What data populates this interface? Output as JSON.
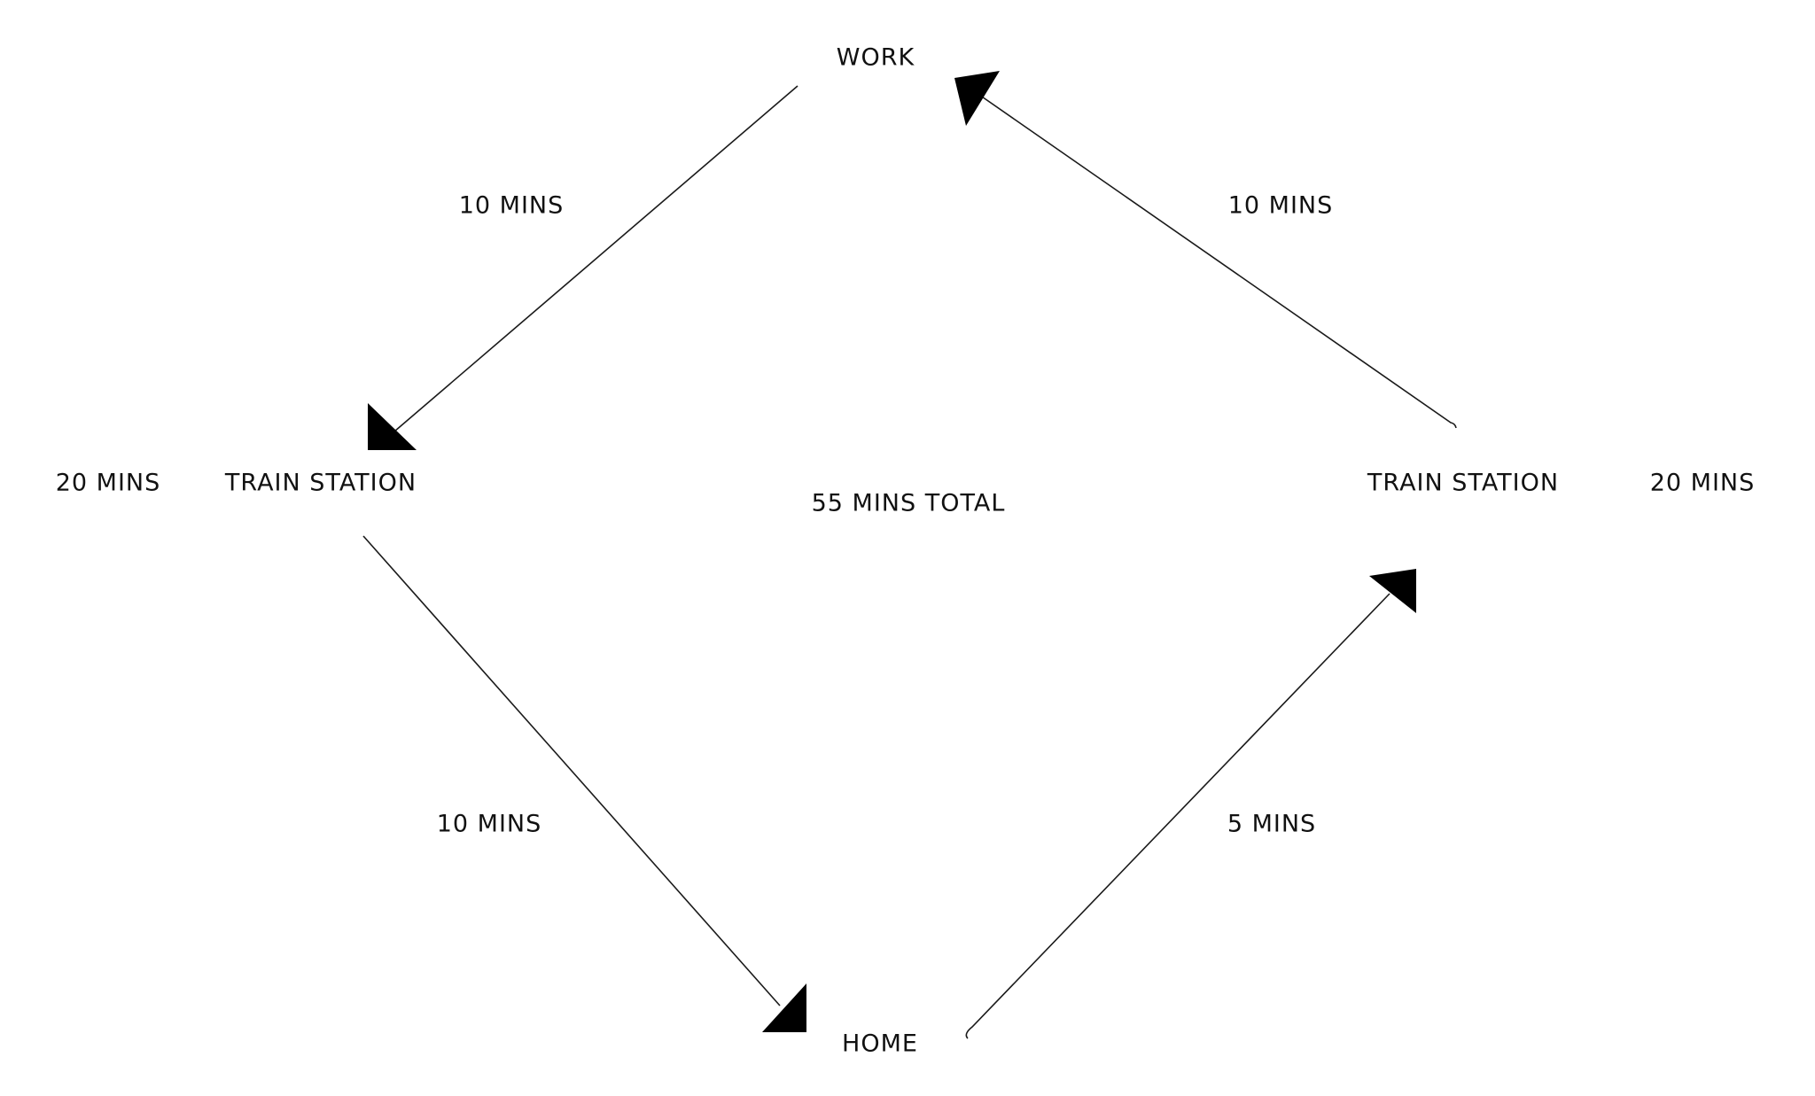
{
  "nodes": {
    "work": "WORK",
    "train_station_left": "TRAIN STATION",
    "train_station_right": "TRAIN STATION",
    "home": "HOME"
  },
  "edges": {
    "work_to_left_station": "10 MINS",
    "left_station_to_home": "10 MINS",
    "home_to_right_station": "5 MINS",
    "right_station_to_work": "10 MINS"
  },
  "waits": {
    "left_station": "20 MINS",
    "right_station": "20 MINS"
  },
  "total": "55 MINS TOTAL"
}
